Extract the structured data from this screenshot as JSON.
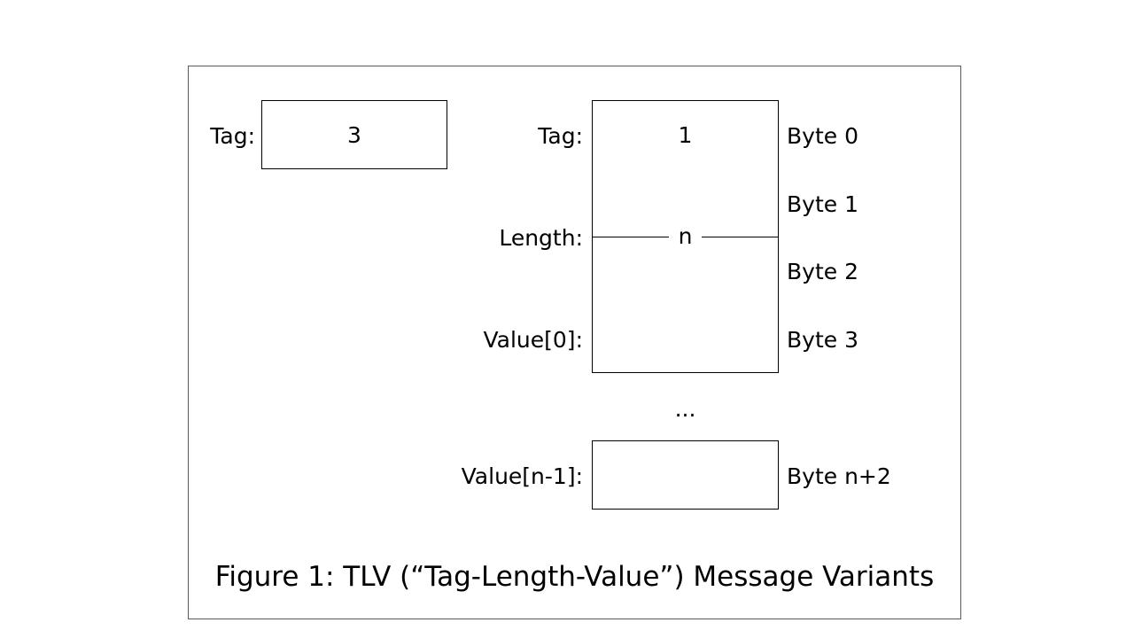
{
  "left_variant": {
    "tag_label": "Tag:",
    "tag_value": "3"
  },
  "right_variant": {
    "tag_label": "Tag:",
    "tag_value": "1",
    "length_label": "Length:",
    "length_value": "n",
    "value0_label": "Value[0]:",
    "ellipsis": "...",
    "valuen_label": "Value[n-1]:"
  },
  "bytes": {
    "b0": "Byte 0",
    "b1": "Byte 1",
    "b2": "Byte 2",
    "b3": "Byte 3",
    "bn": "Byte n+2"
  },
  "caption": "Figure 1: TLV (“Tag-Length-Value”)  Message Variants"
}
